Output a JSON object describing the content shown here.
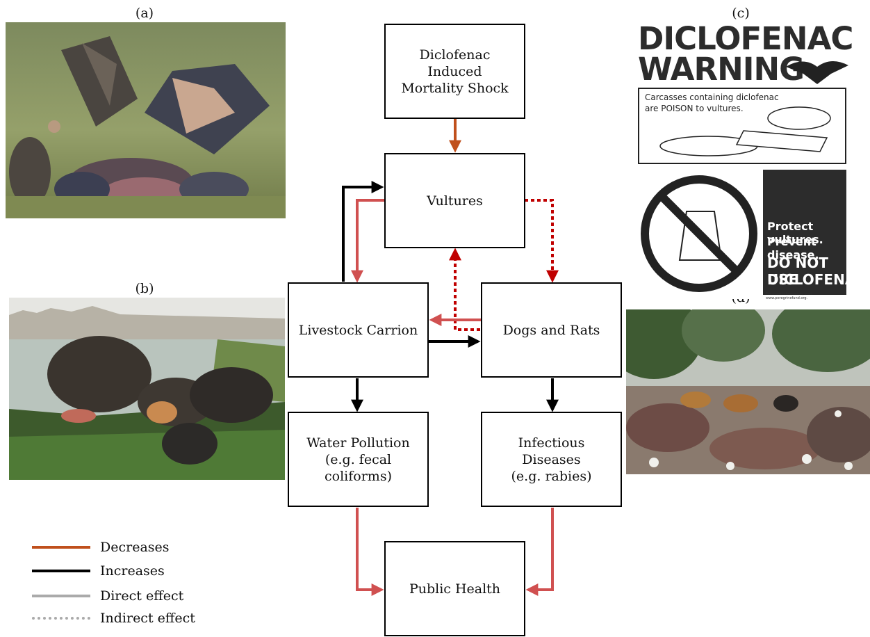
{
  "panels": {
    "a": {
      "label": "(a)"
    },
    "b": {
      "label": "(b)"
    },
    "c": {
      "label": "(c)"
    },
    "d": {
      "label": "(d)"
    }
  },
  "poster": {
    "title_line1": "DICLOFENAC",
    "title_line2": "WARNING",
    "caption": "Carcasses containing diclofenac\nare POISON to vultures.",
    "slogan1": "Protect vultures.",
    "slogan2": "Prevent disease.",
    "slogan3": "DO NOT USE",
    "slogan4": "DICLOFENAC.",
    "footer": "For more information, visit www.peregrinefund.org."
  },
  "nodes": {
    "shock": "Diclofenac\nInduced\nMortality Shock",
    "vultures": "Vultures",
    "carrion": "Livestock Carrion",
    "dogs": "Dogs and Rats",
    "water": "Water Pollution\n(e.g. fecal\ncoliforms)",
    "disease": "Infectious\nDiseases\n(e.g. rabies)",
    "health": "Public Health"
  },
  "legend": {
    "decreases": "Decreases",
    "increases": "Increases",
    "direct": "Direct effect",
    "indirect": "Indirect effect"
  },
  "colors": {
    "decrease": "#c0501c",
    "increase": "#000000",
    "red_direct": "#d05050",
    "red_indirect": "#c00000",
    "legend_gray": "#aaaaaa"
  }
}
